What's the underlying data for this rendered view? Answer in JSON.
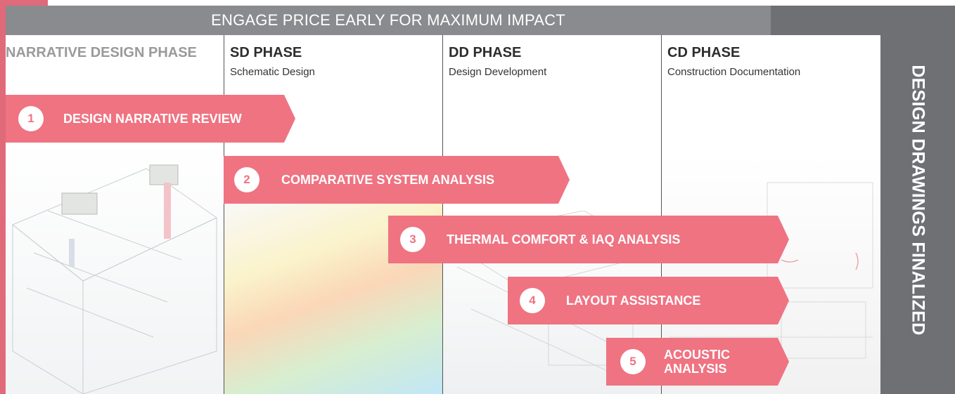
{
  "banner": {
    "text": "ENGAGE PRICE EARLY FOR MAXIMUM IMPACT"
  },
  "side_label": "DESIGN DRAWINGS FINALIZED",
  "phases": [
    {
      "title": "NARRATIVE DESIGN PHASE",
      "subtitle": ""
    },
    {
      "title": "SD PHASE",
      "subtitle": "Schematic Design"
    },
    {
      "title": "DD PHASE",
      "subtitle": "Design Development"
    },
    {
      "title": "CD PHASE",
      "subtitle": "Construction Documentation"
    }
  ],
  "services": [
    {
      "number": "1",
      "label": "DESIGN NARRATIVE REVIEW"
    },
    {
      "number": "2",
      "label": "COMPARATIVE SYSTEM ANALYSIS"
    },
    {
      "number": "3",
      "label": "THERMAL COMFORT & IAQ ANALYSIS"
    },
    {
      "number": "4",
      "label": "LAYOUT ASSISTANCE"
    },
    {
      "number": "5",
      "label": "ACOUSTIC ANALYSIS"
    }
  ],
  "colors": {
    "accent": "#ef7381",
    "banner": "#8a8b8e",
    "side_panel": "#6f7074"
  }
}
